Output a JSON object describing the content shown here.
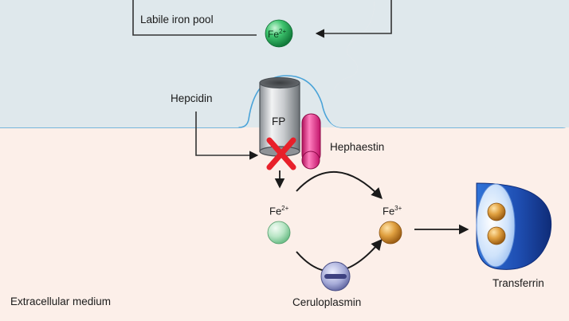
{
  "labels": {
    "labile_iron_pool": "Labile iron pool",
    "hepcidin": "Hepcidin",
    "ferroportin": "FP",
    "hephaestin": "Hephaestin",
    "ceruloplasmin": "Ceruloplasmin",
    "transferrin": "Transferrin",
    "extracellular_medium": "Extracellular medium"
  },
  "ions": {
    "cytosolic": {
      "base": "Fe",
      "charge": "2+"
    },
    "ferrous": {
      "base": "Fe",
      "charge": "2+"
    },
    "ferric": {
      "base": "Fe",
      "charge": "3+"
    }
  },
  "colors": {
    "cytoplasm": "#dfe8ec",
    "extracellular": "#fcefe9",
    "membrane": "#4aa3d8",
    "inhibition_mark": "#e8202a",
    "hephaestin": "#e8358c",
    "ferrous_ion": "#3bbf6b",
    "ferric_ion": "#d9902c"
  }
}
